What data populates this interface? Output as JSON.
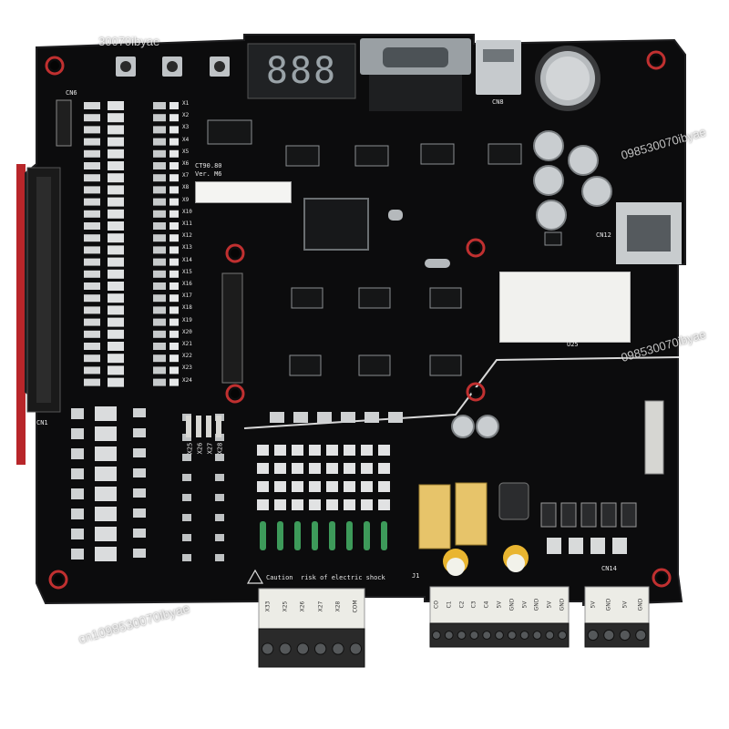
{
  "photo": {
    "subject": "",
    "watermark": "cn1098530070ibyae",
    "watermark_short": "30070ibyae",
    "watermark_right": "098530070ibyae",
    "colors": {
      "board": "#0c0c0d",
      "background": "#ffffff",
      "connector_green": "#2a2a2a",
      "terminal_white": "#ecece6",
      "relay_yellow": "#e7c46a",
      "capacitor": "#c9cdd0"
    }
  },
  "board": {
    "display_digits": "888",
    "sticker_line1": "",
    "sticker_line2": "",
    "silk_cn6": "CN6",
    "silk_cn8": "CN8",
    "silk_cn1": "CN1",
    "silk_cn12": "CN12",
    "silk_ct90": "CT90.80",
    "silk_ver": "Ver. M6",
    "silk_u25": "U25",
    "silk_caution": "Caution",
    "silk_shock": "risk of electric shock",
    "silk_cn14": "CN14",
    "silk_j1": "J1",
    "silk_x_labels": [
      "X25",
      "X26",
      "X27",
      "X28"
    ],
    "silk_in": [
      "X1",
      "X2",
      "X3",
      "X4",
      "X5",
      "X6",
      "X7",
      "X8",
      "X9",
      "X10",
      "X11",
      "X12",
      "X13",
      "X14",
      "X15",
      "X16",
      "X17",
      "X18",
      "X19",
      "X20",
      "X21",
      "X22",
      "X23",
      "X24"
    ]
  },
  "label_card": {
    "title": "",
    "rows": []
  },
  "terminals": {
    "left_block": [
      "X33",
      "X25",
      "X26",
      "X27",
      "X28",
      "COM"
    ],
    "middle_block": [
      "CO",
      "C1",
      "C2",
      "C3",
      "C4",
      "5V",
      "GND",
      "5V",
      "GND",
      "5V",
      "GND"
    ],
    "right_block": [
      "5V",
      "GND",
      "5V",
      "GND"
    ]
  }
}
